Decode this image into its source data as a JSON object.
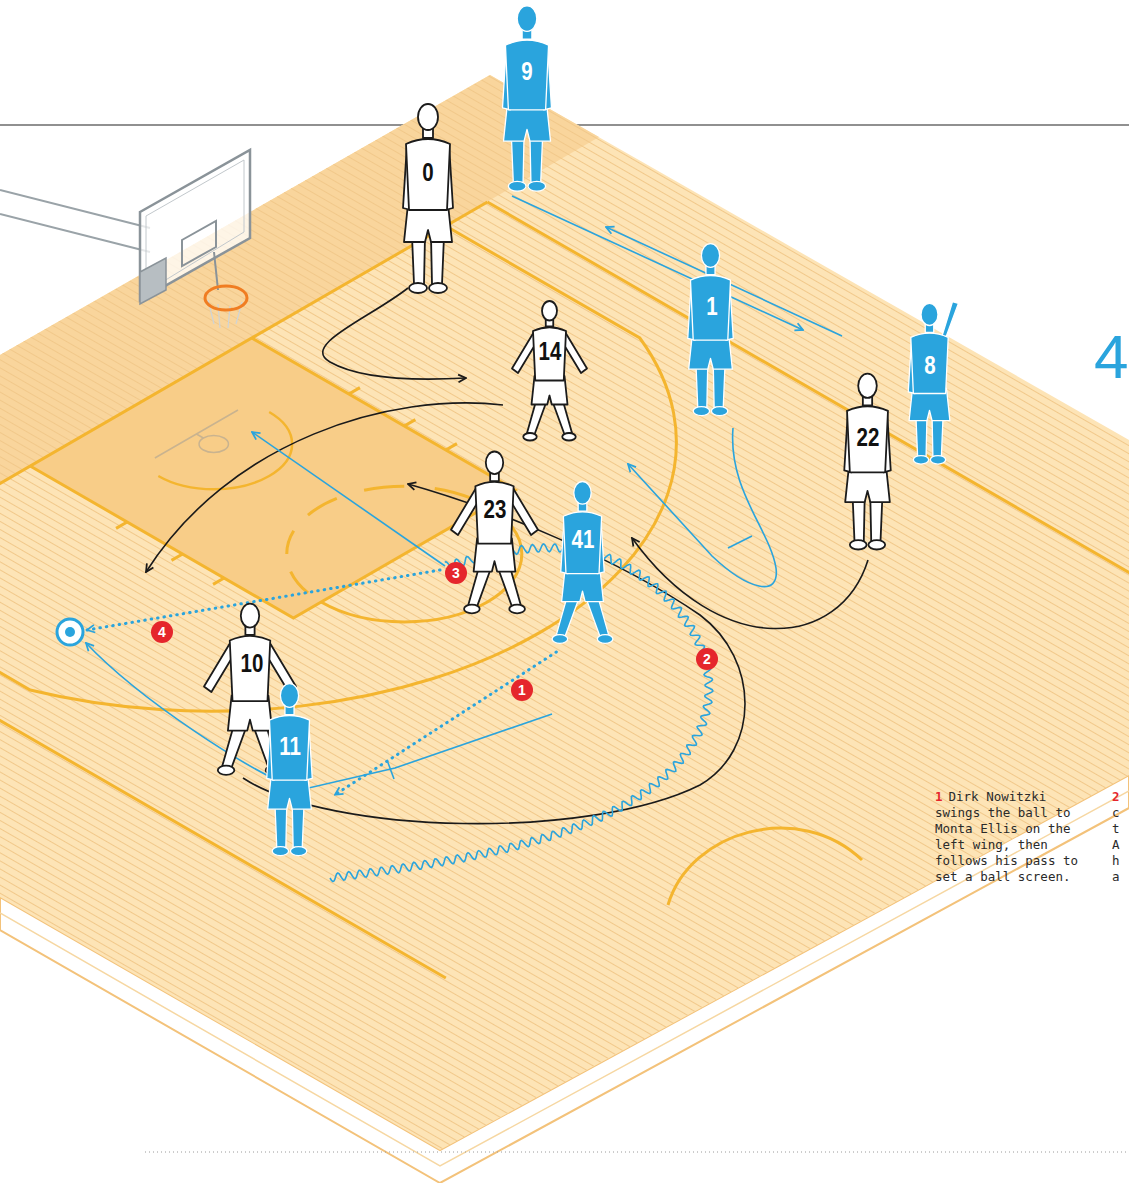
{
  "diagram": {
    "nodes": [
      {
        "text": [
          "9"
        ]
      },
      {
        "text": [
          "0"
        ]
      },
      {
        "text": [
          "1"
        ]
      },
      {
        "text": [
          "14"
        ]
      },
      {
        "text": [
          "8"
        ]
      },
      {
        "text": [
          "22"
        ]
      },
      {
        "text": [
          "23"
        ]
      },
      {
        "text": [
          "41"
        ]
      },
      {
        "text": [
          "10"
        ]
      },
      {
        "text": [
          "11"
        ]
      }
    ],
    "edges": [
      {
        "from": 7,
        "to": 9,
        "arrow": "to"
      }
    ],
    "labels": [
      "4",
      "3",
      "4",
      "2",
      "1",
      "1",
      "Dirk Nowitzki swings the ball to Monta Ellis on the left wing, then follows his pass to set a ball screen.",
      "2",
      "c",
      "t",
      "A",
      "h",
      "a"
    ]
  }
}
